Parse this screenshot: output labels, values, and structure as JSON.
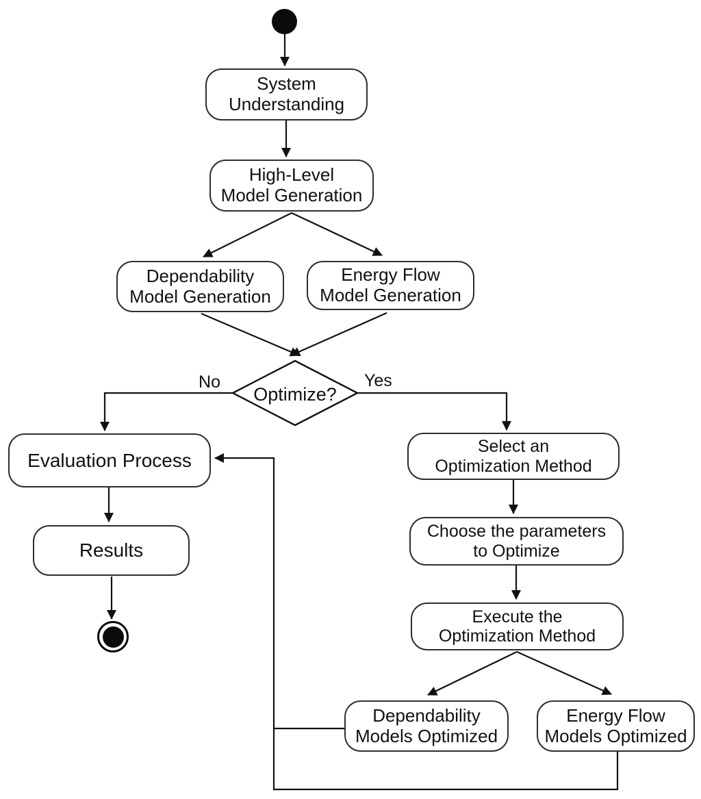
{
  "diagram": {
    "kind": "uml-activity-flowchart",
    "background_color": "#ffffff",
    "line_color": "#111111",
    "node_border_color": "#2e2e2e",
    "text_color": "#111111"
  },
  "nodes": {
    "system_understanding": "System\nUnderstanding",
    "high_level_model_generation": "High-Level\nModel Generation",
    "dependability_model_generation": "Dependability\nModel Generation",
    "energy_flow_model_generation": "Energy Flow\nModel Generation",
    "optimize_decision": "Optimize?",
    "evaluation_process": "Evaluation Process",
    "results": "Results",
    "select_optimization_method": "Select an\nOptimization Method",
    "choose_parameters": "Choose the parameters\nto Optimize",
    "execute_optimization_method": "Execute the\nOptimization Method",
    "dependability_models_optimized": "Dependability\nModels Optimized",
    "energy_flow_models_optimized": "Energy Flow\nModels Optimized"
  },
  "edge_labels": {
    "no": "No",
    "yes": "Yes"
  }
}
